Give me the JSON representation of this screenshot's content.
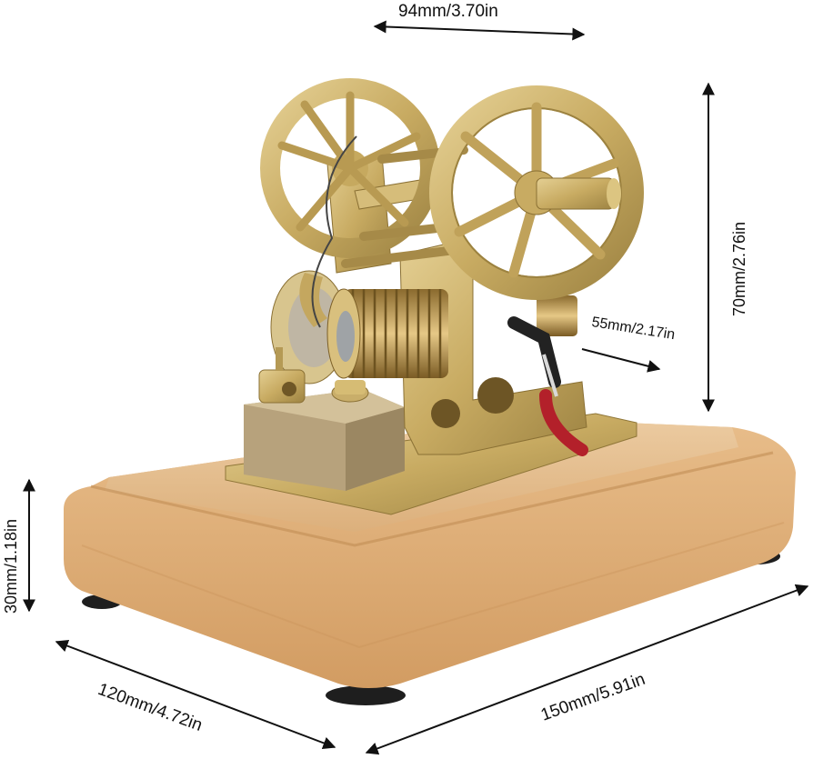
{
  "dimensions": {
    "top_width": "94mm/3.70in",
    "height": "70mm/2.76in",
    "flywheel_depth": "55mm/2.17in",
    "base_height": "30mm/1.18in",
    "base_depth": "120mm/4.72in",
    "base_length": "150mm/5.91in"
  },
  "colors": {
    "brass": "#c9ae6a",
    "brass_dark": "#9c8240",
    "wood": "#e2b98a",
    "wood_dark": "#c9975f",
    "foot": "#1e1e1e",
    "red_wire": "#b3202a"
  }
}
